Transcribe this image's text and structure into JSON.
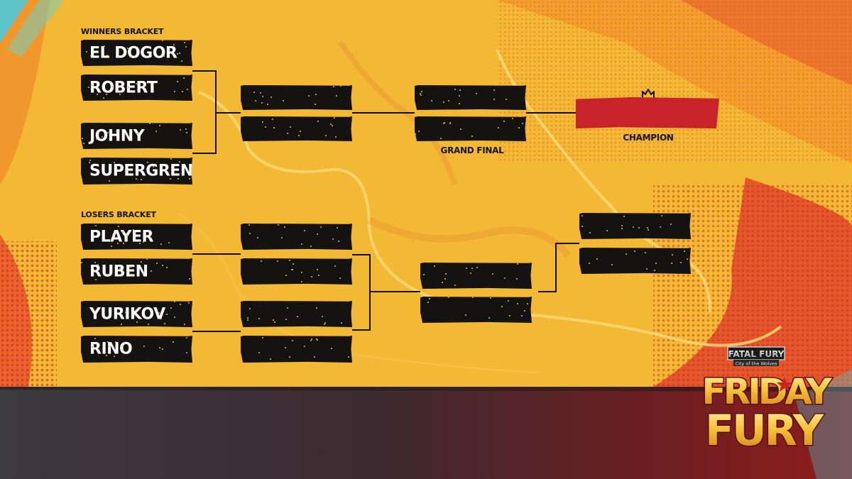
{
  "winners_bracket": {
    "label": "WINNERS BRACKET",
    "round1": [
      "EL DOGOR",
      "ROBERT",
      "JOHNY",
      "SUPERGRENAS"
    ],
    "round2": [
      "",
      ""
    ],
    "grand_final": [
      "",
      ""
    ]
  },
  "grand_final_label": "GRAND FINAL",
  "champion": {
    "label": "CHAMPION",
    "name": ""
  },
  "losers_bracket": {
    "label": "LOSERS BRACKET",
    "round1": [
      "PLAYER",
      "RUBEN",
      "YURIKOV",
      "RINO"
    ],
    "round2": [
      "",
      "",
      "",
      ""
    ],
    "semi": [
      "",
      ""
    ],
    "final": [
      "",
      ""
    ]
  },
  "branding": {
    "game_logo": "FATAL FURY",
    "game_subtitle": "City of the Wolves",
    "event_line1": "FRIDAY",
    "event_line2": "FURY"
  },
  "colors": {
    "background": "#f3b934",
    "slot": "#151311",
    "accent_red": "#c8222a",
    "bottom_band": "#3a2a2e"
  },
  "icons": [
    "crown-icon"
  ]
}
